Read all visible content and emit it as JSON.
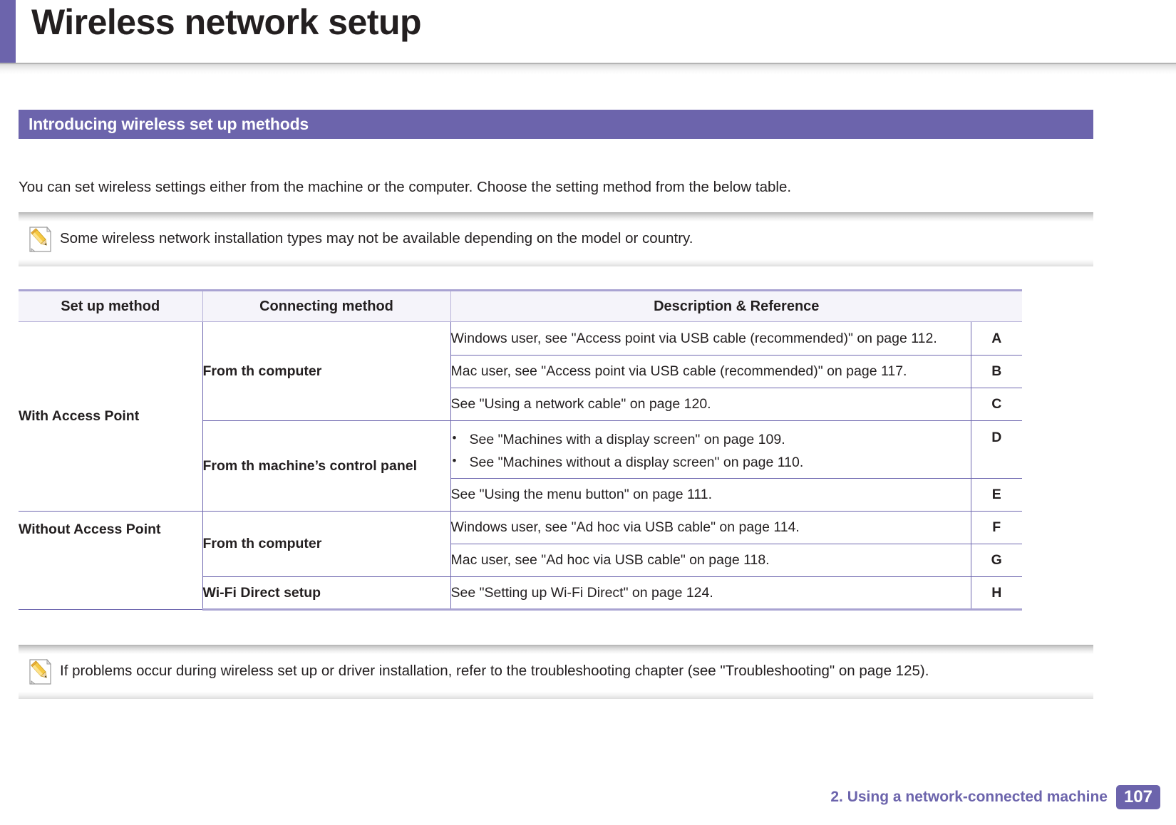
{
  "page": {
    "title": "Wireless network setup",
    "section_heading": "Introducing wireless set up methods",
    "intro_paragraph": "You can set wireless settings either from the machine or the computer. Choose the setting method from the below table."
  },
  "notes": {
    "top": {
      "icon": "note-pencil-icon",
      "text": "Some wireless network installation types may not be available depending on the model or country."
    },
    "bottom": {
      "icon": "note-pencil-icon",
      "text": "If problems occur during wireless set up or driver installation, refer to the troubleshooting chapter (see \"Troubleshooting\" on page 125)."
    }
  },
  "table": {
    "headers": [
      "Set up method",
      "Connecting method",
      "Description & Reference"
    ],
    "groups": [
      {
        "setup_method": "With Access Point",
        "connect_methods": [
          {
            "label": "From th computer",
            "rows": [
              {
                "description": "Windows user, see \"Access point via USB cable (recommended)\" on page 112.",
                "letter": "A"
              },
              {
                "description": "Mac user, see \"Access point via USB cable (recommended)\" on page 117.",
                "letter": "B"
              },
              {
                "description": "See \"Using a network cable\" on page 120.",
                "letter": "C"
              }
            ]
          },
          {
            "label": "From th machine’s control panel",
            "rows": [
              {
                "bullets": [
                  "See \"Machines with a display screen\" on page 109.",
                  "See \"Machines without a display screen\" on page 110."
                ],
                "letter": "D"
              },
              {
                "description": "See \"Using the menu button\" on page 111.",
                "letter": "E"
              }
            ]
          }
        ]
      },
      {
        "setup_method": "Without Access Point",
        "connect_methods": [
          {
            "label": "From th computer",
            "rows": [
              {
                "description": "Windows user, see \"Ad hoc via USB cable\" on page 114.",
                "letter": "F"
              },
              {
                "description": "Mac user, see \"Ad hoc via USB cable\" on page 118.",
                "letter": "G"
              }
            ]
          },
          {
            "label": "Wi-Fi Direct setup",
            "rows": [
              {
                "description": "See \"Setting up Wi-Fi Direct\" on page 124.",
                "letter": "H"
              }
            ]
          }
        ]
      }
    ]
  },
  "footer": {
    "chapter_label": "2.  Using a network-connected machine",
    "page_number": "107"
  },
  "colors": {
    "accent_purple": "#6c64ac",
    "table_border": "#6f68b0",
    "table_header_bg": "#f5f4fa",
    "text": "#231f20"
  }
}
